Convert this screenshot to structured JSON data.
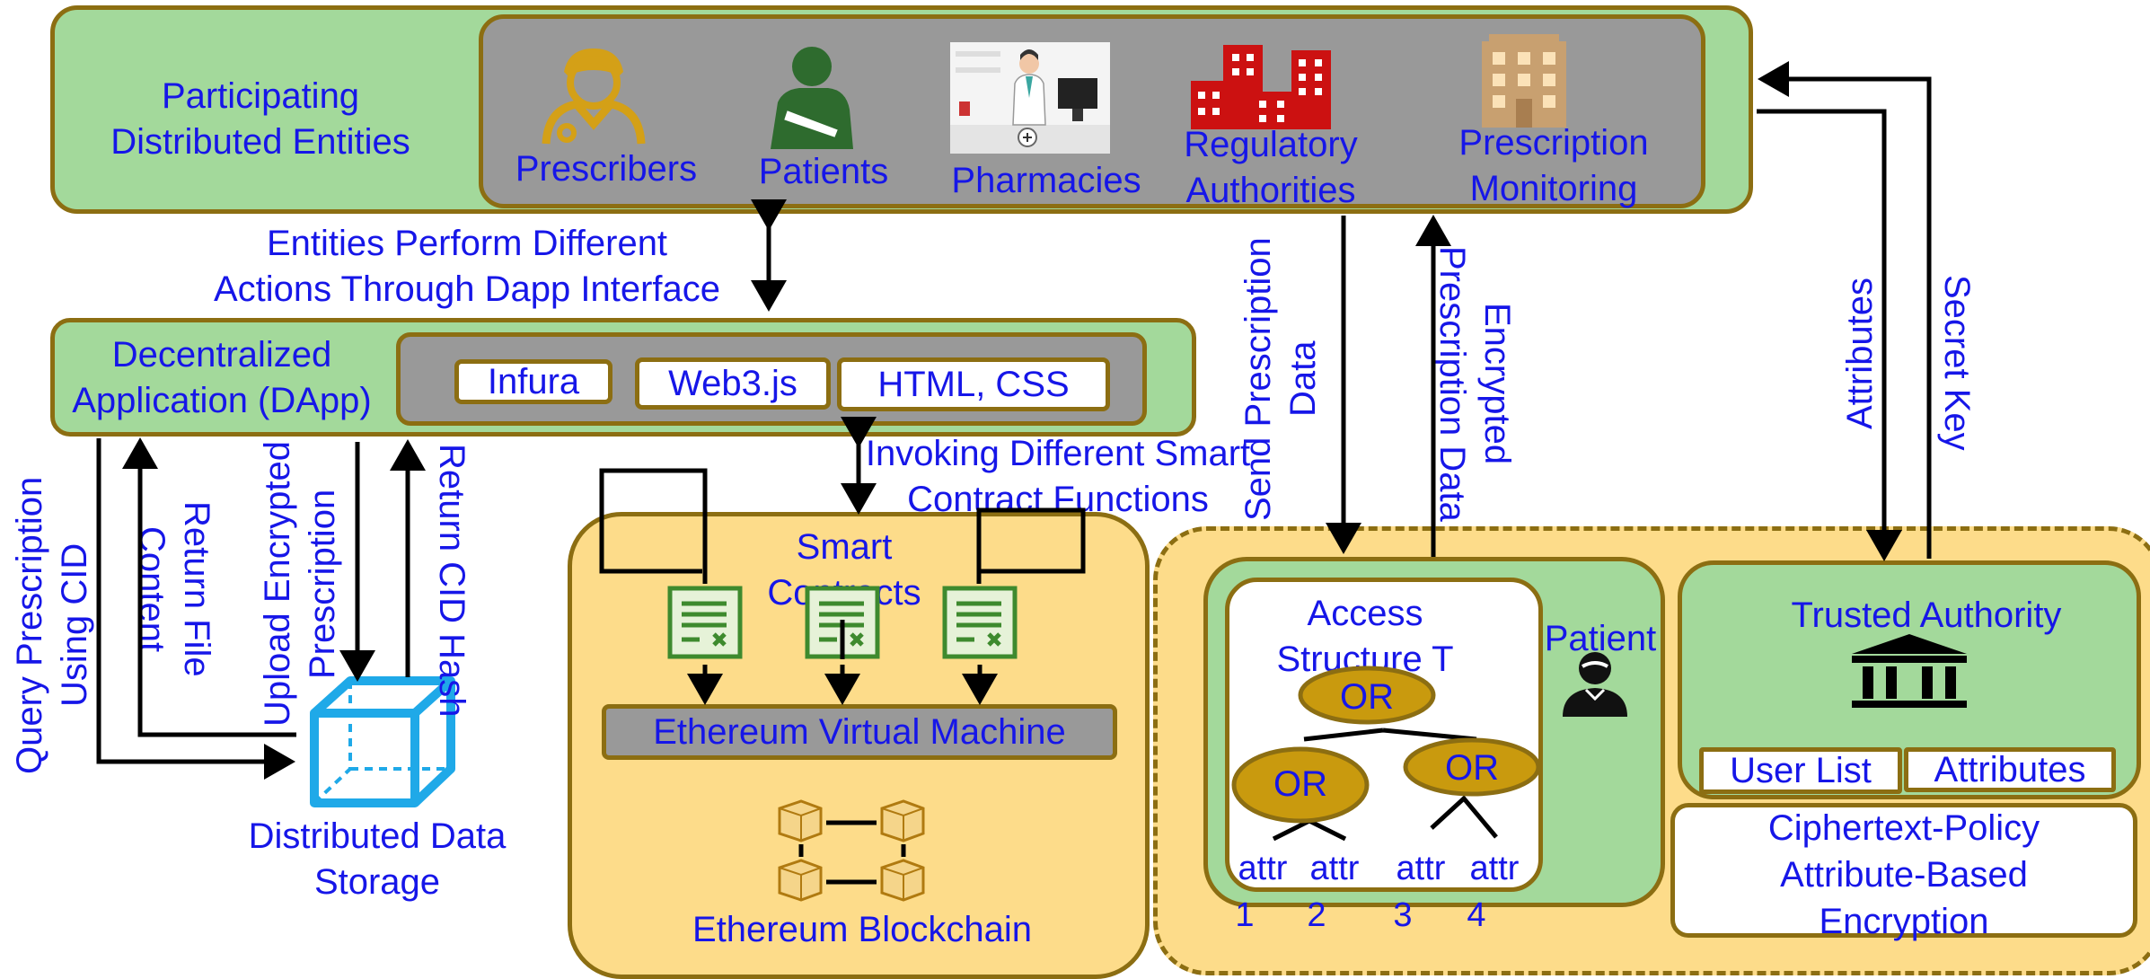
{
  "entities": {
    "title": "Participating\nDistributed Entities",
    "prescribers": "Prescribers",
    "patients": "Patients",
    "pharmacies": "Pharmacies",
    "regulatory": "Regulatory\nAuthorities",
    "monitoring": "Prescription\nMonitoring"
  },
  "labels": {
    "dapp_actions": "Entities Perform Different\nActions Through Dapp Interface",
    "invoking": "Invoking Different Smart\nContract Functions",
    "query": "Query Prescription\nUsing CID",
    "return_file": "Return File\nContent",
    "upload": "Upload Encrypted\nPrescription",
    "return_cid": "Return CID Hash",
    "send_data": "Send Prescription\nData",
    "encrypted_data": "Encrypted\nPrescription Data",
    "attributes_arrow": "Attributes",
    "secret_key": "Secret Key"
  },
  "dapp": {
    "title": "Decentralized\nApplication (DApp)",
    "infura": "Infura",
    "web3": "Web3.js",
    "html_css": "HTML, CSS"
  },
  "storage": {
    "title": "Distributed Data\nStorage"
  },
  "blockchain": {
    "smart_contracts": "Smart\nContracts",
    "evm": "Ethereum Virtual Machine",
    "title": "Ethereum Blockchain"
  },
  "access": {
    "title": "Access\nStructure T",
    "patient": "Patient",
    "or_top": "OR",
    "or_left": "OR",
    "or_right": "OR",
    "attr1": "attr",
    "attr2": "attr",
    "attr3": "attr",
    "attr4": "attr",
    "n1": "1",
    "n2": "2",
    "n3": "3",
    "n4": "4"
  },
  "authority": {
    "title": "Trusted Authority",
    "user_list": "User List",
    "attributes": "Attributes",
    "cpabe": "Ciphertext-Policy\nAttribute-Based\nEncryption"
  },
  "colors": {
    "green_fill": "#a3d99b",
    "border": "#8c6e12",
    "gray_fill": "#999999",
    "yellow_fill": "#fddc8a",
    "text_blue": "#1616e8",
    "icon_gold": "#d4a017",
    "icon_green": "#2e6b2e",
    "icon_red": "#cc1111",
    "icon_tan": "#c8a070",
    "cube_blue": "#1fa9e8"
  }
}
